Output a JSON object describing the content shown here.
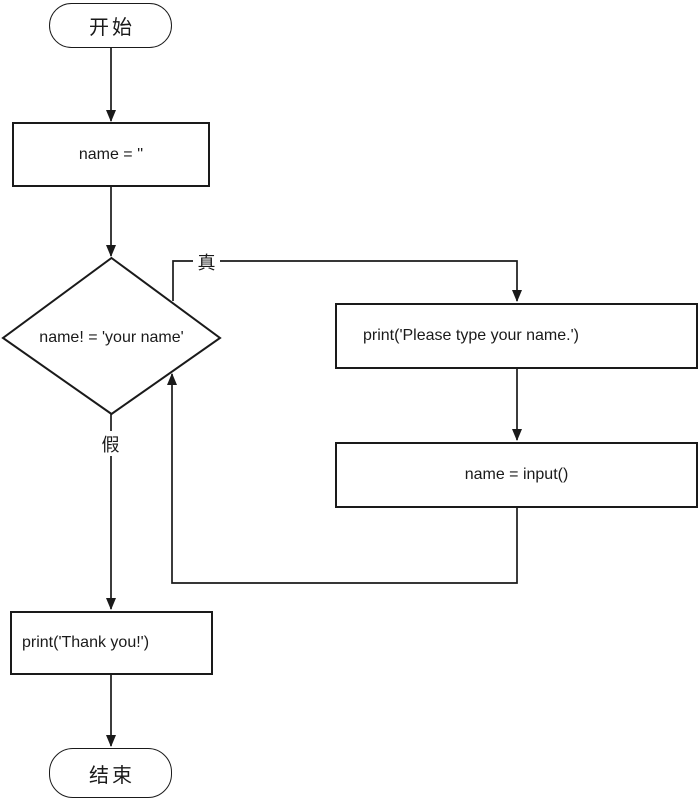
{
  "diagram": {
    "nodes": {
      "start": {
        "label": "开始",
        "type": "terminal"
      },
      "init": {
        "label": "name = ''",
        "type": "process"
      },
      "condition": {
        "label": "name! = 'your name'",
        "type": "decision"
      },
      "prompt": {
        "label": "print('Please type your name.')",
        "type": "process"
      },
      "input": {
        "label": "name = input()",
        "type": "process"
      },
      "thanks": {
        "label": "print('Thank you!')",
        "type": "process"
      },
      "end": {
        "label": "结束",
        "type": "terminal"
      }
    },
    "branch_labels": {
      "true": "真",
      "false": "假"
    },
    "colors": {
      "stroke": "#1a1a1a",
      "background": "#ffffff"
    }
  }
}
